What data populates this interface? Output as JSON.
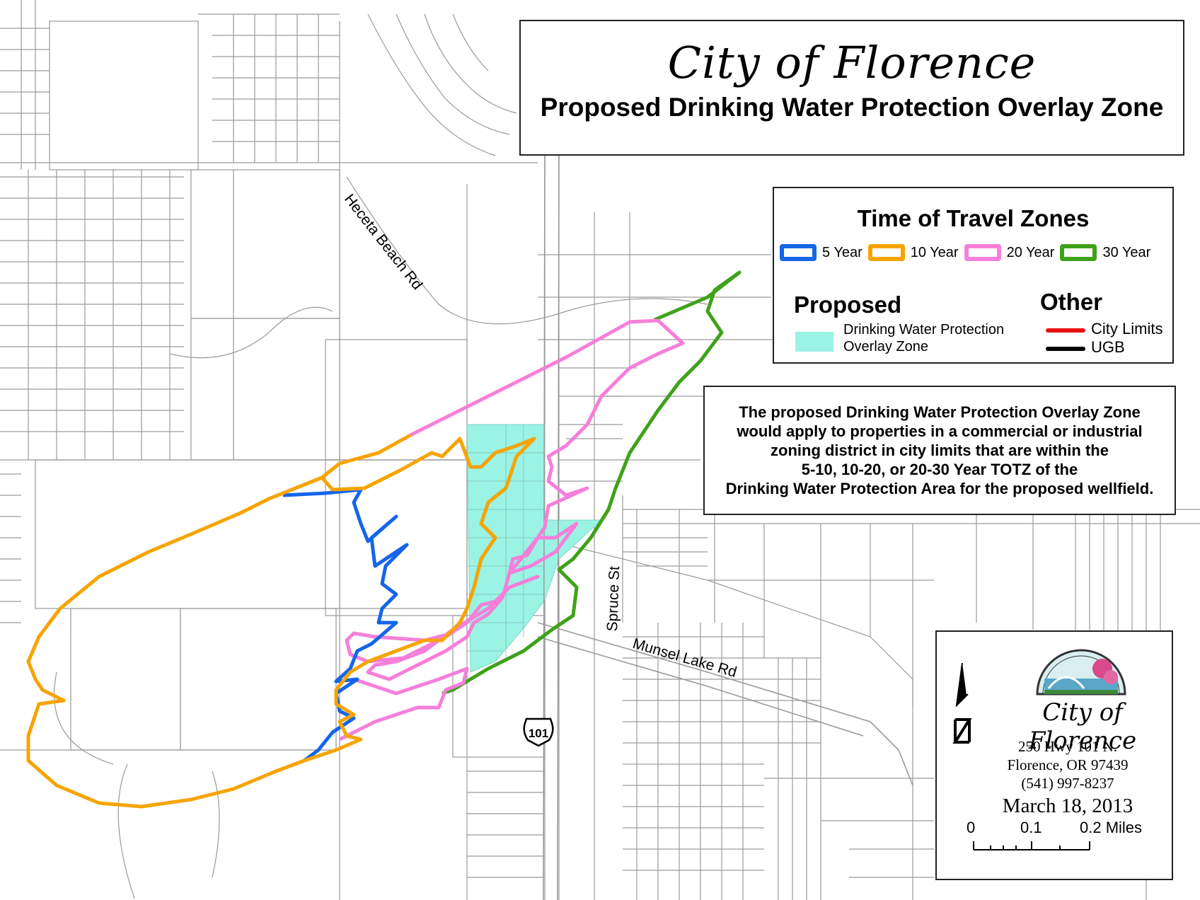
{
  "title": {
    "city": "City of Florence",
    "subtitle": "Proposed Drinking Water Protection Overlay Zone"
  },
  "legend": {
    "title": "Time of Travel Zones",
    "zones": [
      {
        "label": "5 Year",
        "color": "#1565e8"
      },
      {
        "label": "10 Year",
        "color": "#f6a400"
      },
      {
        "label": "20 Year",
        "color": "#f57fd9"
      },
      {
        "label": "30 Year",
        "color": "#3ea21a"
      }
    ],
    "proposed_heading": "Proposed",
    "proposed_label_1": "Drinking Water Protection",
    "proposed_label_2": "Overlay Zone",
    "proposed_color": "#9bf3e4",
    "other_heading": "Other",
    "city_limits_label": "City Limits",
    "city_limits_color": "#e81010",
    "ugb_label": "UGB",
    "ugb_color": "#000000"
  },
  "note": {
    "lines": [
      "The proposed Drinking Water Protection Overlay Zone",
      "would apply to properties in a commercial or industrial",
      "zoning district in city limits that are within the",
      "5-10, 10-20, or 20-30 Year TOTZ of the",
      "Drinking Water Protection Area for the proposed wellfield."
    ]
  },
  "info": {
    "city": "City of Florence",
    "address": "250 Hwy 101 N.",
    "city_state": "Florence, OR 97439",
    "phone": "(541) 997-8237",
    "date": "March 18, 2013",
    "scale_labels": [
      "0",
      "0.1",
      "0.2 Miles"
    ]
  },
  "map_labels": {
    "heceta": "Heceta Beach Rd",
    "spruce": "Spruce St",
    "munsel": "Munsel Lake Rd",
    "highway": "101"
  }
}
